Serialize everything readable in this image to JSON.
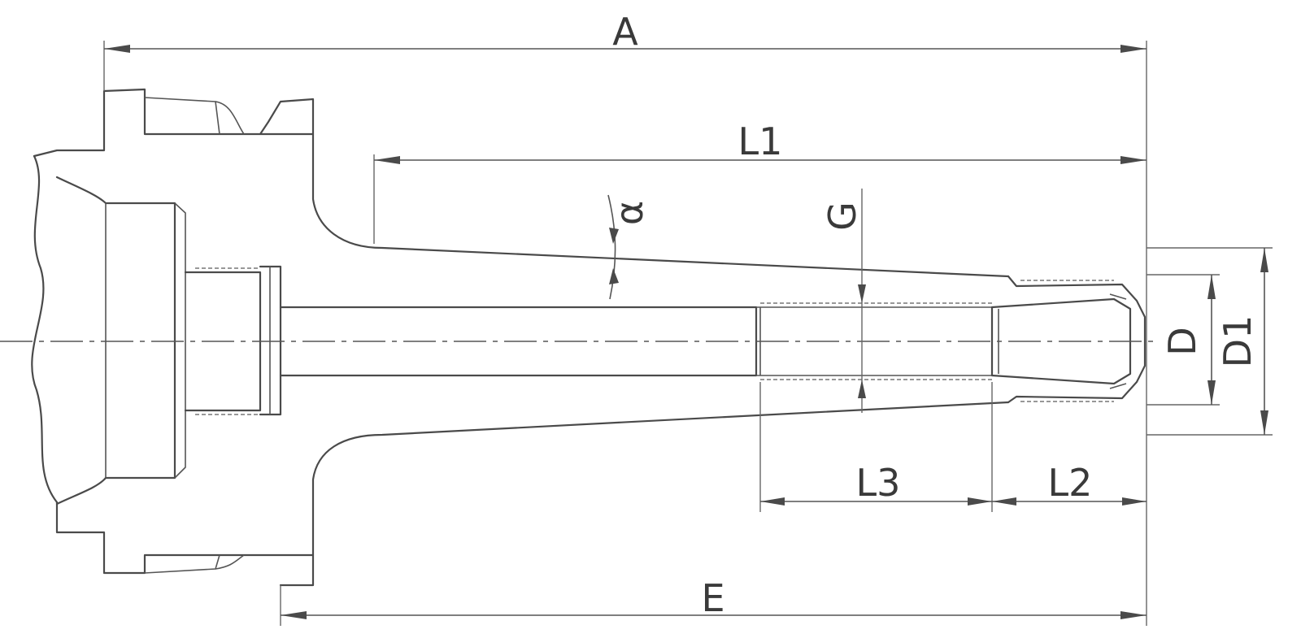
{
  "labels": {
    "A": "A",
    "L1": "L1",
    "alpha": "α",
    "G": "G",
    "D": "D",
    "D1": "D1",
    "L3": "L3",
    "L2": "L2",
    "E": "E"
  }
}
